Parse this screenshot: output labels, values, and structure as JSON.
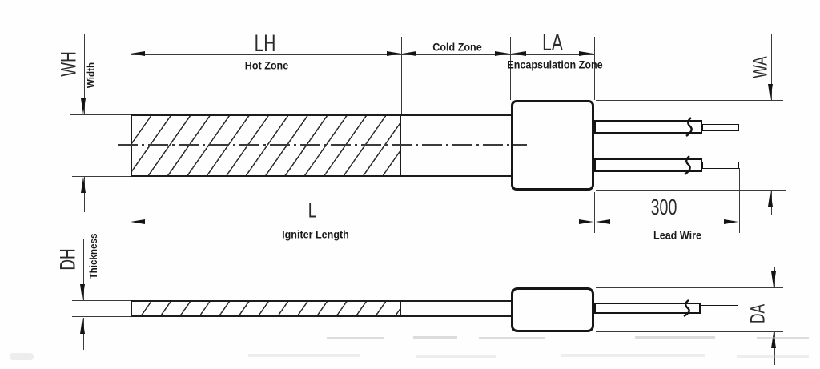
{
  "colors": {
    "line": "#1c1c1c",
    "dim": "#3a3a3a",
    "background": "#fefefe"
  },
  "top_view": {
    "lh_label": "LH",
    "lh_zone": "Hot Zone",
    "cold_zone": "Cold Zone",
    "la_label": "LA",
    "la_zone": "Encapsulation Zone",
    "wh_label": "WH",
    "wh_sub": "Width",
    "wa_label": "WA",
    "l_label": "L",
    "l_zone": "Igniter Length",
    "lead_label": "300",
    "lead_zone": "Lead Wire"
  },
  "side_view": {
    "dh_label": "DH",
    "dh_sub": "Thickness",
    "da_label": "DA"
  }
}
